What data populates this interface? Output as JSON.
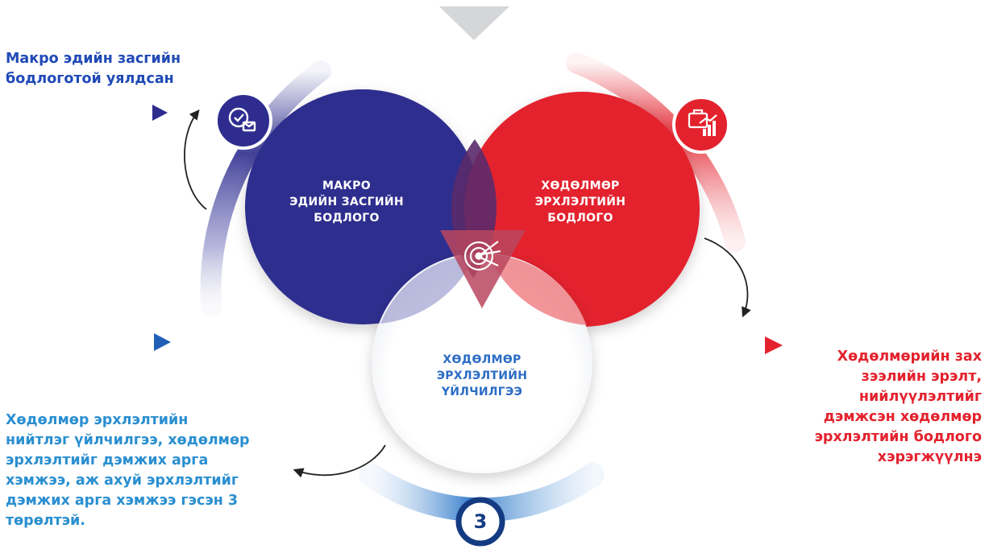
{
  "captions": {
    "macro": "Макро эдийн засгийн\nбодлоготой уялдсан",
    "labor_policy": "Хөдөлмөрийн зах\nзээлийн эрэлт,\nнийлүүлэлтийг\nдэмжсэн хөдөлмөр\nэрхлэлтийн бодлого\nхэрэгжүүлнэ",
    "services": "Хөдөлмөр эрхлэлтийн\nнийтлэг үйлчилгээ, хөдөлмөр\nэрхлэлтийг дэмжих арга\nхэмжээ, аж ахуй эрхлэлтийг\nдэмжих арга хэмжээ гэсэн 3\nтөрөлтэй."
  },
  "circles": {
    "macro": "МАКРО\nЭДИЙН ЗАСГИЙН\nБОДЛОГО",
    "labor": "ХӨДӨЛМӨР\nЭРХЛЭЛТИЙН\nБОДЛОГО",
    "service": "ХӨДӨЛМӨР\nЭРХЛЭЛТИЙН\nҮЙЛЧИЛГЭЭ"
  },
  "badge_number": "3",
  "colors": {
    "navy": "#2e2d8f",
    "red": "#e3222d",
    "blue": "#1f49b6",
    "light_blue": "#2a8fd0",
    "dark_blue": "#143b82",
    "gray": "#d5d6d8"
  },
  "icons": {
    "macro_badge": "gear-check-document-icon",
    "labor_badge": "briefcase-chart-icon",
    "center": "target-arrows-icon"
  }
}
